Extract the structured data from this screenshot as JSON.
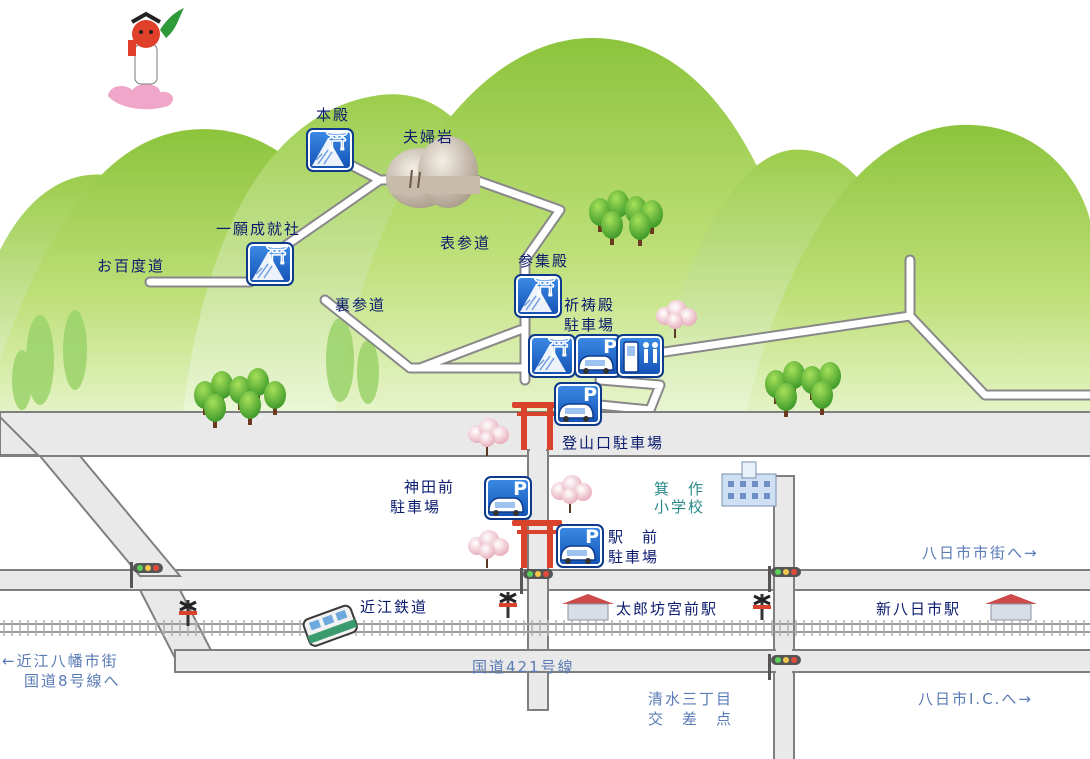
{
  "labels": {
    "honden": "本殿",
    "meotoiwa": "夫婦岩",
    "ichigan": "一願成就社",
    "ohyakudo": "お百度道",
    "omotesando": "表参道",
    "urasando": "裏参道",
    "sanshuden": "参集殿",
    "kitouden": "祈祷殿",
    "kitou_parking": "駐車場",
    "tozanguchi": "登山口駐車場",
    "kanda_mae": "神田前",
    "kanda_parking": "駐車場",
    "ekimae": "駅　前",
    "ekimae_parking": "駐車場",
    "school_1": "箕　作",
    "school_2": "小学校",
    "to_yokaichi_city": "八日市市街へ→",
    "railway": "近江鉄道",
    "taroubou_station": "太郎坊宮前駅",
    "shin_yokaichi_station": "新八日市駅",
    "to_omihachiman_1": "←近江八幡市街",
    "to_omihachiman_2": "国道8号線へ",
    "route421": "国道421号線",
    "shimizu_1": "清水三丁目",
    "shimizu_2": "交　差　点",
    "to_yokaichi_ic": "八日市I.C.へ→"
  },
  "icons": {
    "parking_letter": "P",
    "shrine_symbol": "⛩",
    "shrine_icon": "shrine-icon",
    "parking_icon": "parking-icon",
    "restroom_icon": "restroom-icon",
    "torii_icon": "torii-icon",
    "railroad_crossing_icon": "railroad-crossing-icon",
    "traffic_light_icon": "traffic-light-icon",
    "train_icon": "train-icon",
    "mascot_icon": "mascot-icon"
  },
  "colors": {
    "mountain_dark": "#8cc43c",
    "mountain_light": "#e6f4c8",
    "road": "#e9e9e9",
    "road_edge": "#7f7f7f",
    "torii": "#d9432c",
    "icon_blue": "#1f6fd1",
    "label_navy": "#0b1b6e",
    "label_blue": "#5a7bb5"
  }
}
